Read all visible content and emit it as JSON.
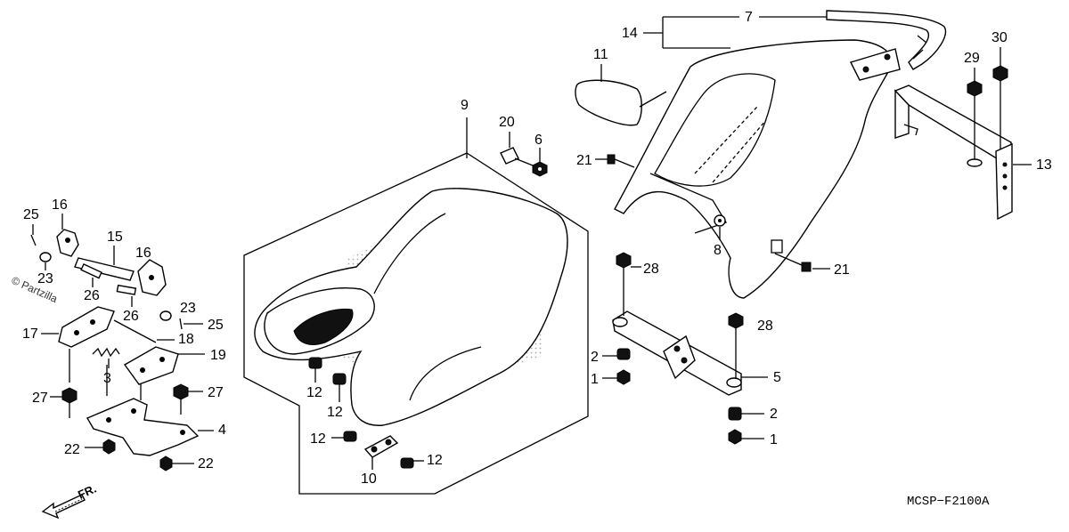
{
  "watermark": "© Partzilla",
  "diagram_code": "MCSP−F2100A",
  "front_label": "FR.",
  "callouts": {
    "c1a": "1",
    "c1b": "1",
    "c2a": "2",
    "c2b": "2",
    "c3": "3",
    "c4": "4",
    "c5": "5",
    "c6": "6",
    "c7": "7",
    "c8": "8",
    "c9": "9",
    "c10": "10",
    "c11": "11",
    "c12a": "12",
    "c12b": "12",
    "c12c": "12",
    "c12d": "12",
    "c13": "13",
    "c14": "14",
    "c15": "15",
    "c16a": "16",
    "c16b": "16",
    "c17": "17",
    "c18": "18",
    "c19": "19",
    "c20": "20",
    "c21a": "21",
    "c21b": "21",
    "c22a": "22",
    "c22b": "22",
    "c23a": "23",
    "c23b": "23",
    "c25a": "25",
    "c25b": "25",
    "c26a": "26",
    "c26b": "26",
    "c27a": "27",
    "c27b": "27",
    "c28a": "28",
    "c28b": "28",
    "c29": "29",
    "c30": "30"
  }
}
